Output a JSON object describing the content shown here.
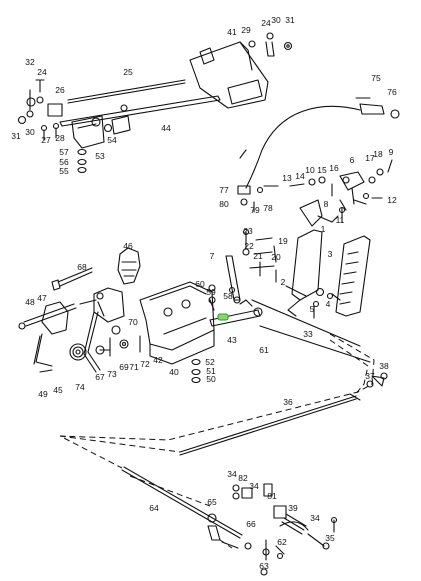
{
  "diagram": {
    "callouts": [
      {
        "num": "32"
      },
      {
        "num": "25"
      },
      {
        "num": "41"
      },
      {
        "num": "29"
      },
      {
        "num": "24a"
      },
      {
        "num": "30a"
      },
      {
        "num": "31a"
      },
      {
        "num": "24b"
      },
      {
        "num": "26"
      },
      {
        "num": "30b"
      },
      {
        "num": "44"
      },
      {
        "num": "75"
      },
      {
        "num": "76"
      },
      {
        "num": "31b"
      },
      {
        "num": "27"
      },
      {
        "num": "28"
      },
      {
        "num": "53"
      },
      {
        "num": "54"
      },
      {
        "num": "57"
      },
      {
        "num": "56"
      },
      {
        "num": "55"
      },
      {
        "num": "6"
      },
      {
        "num": "17"
      },
      {
        "num": "18"
      },
      {
        "num": "9"
      },
      {
        "num": "13"
      },
      {
        "num": "14"
      },
      {
        "num": "10"
      },
      {
        "num": "15"
      },
      {
        "num": "16"
      },
      {
        "num": "8"
      },
      {
        "num": "77"
      },
      {
        "num": "79"
      },
      {
        "num": "78"
      },
      {
        "num": "80"
      },
      {
        "num": "11"
      },
      {
        "num": "12"
      },
      {
        "num": "23"
      },
      {
        "num": "22"
      },
      {
        "num": "19"
      },
      {
        "num": "21"
      },
      {
        "num": "20"
      },
      {
        "num": "2"
      },
      {
        "num": "1"
      },
      {
        "num": "3"
      },
      {
        "num": "46"
      },
      {
        "num": "68"
      },
      {
        "num": "7"
      },
      {
        "num": "60"
      },
      {
        "num": "59"
      },
      {
        "num": "58"
      },
      {
        "num": "5"
      },
      {
        "num": "4"
      },
      {
        "num": "48"
      },
      {
        "num": "47"
      },
      {
        "num": "70"
      },
      {
        "num": "43"
      },
      {
        "num": "33"
      },
      {
        "num": "61"
      },
      {
        "num": "69"
      },
      {
        "num": "71"
      },
      {
        "num": "72"
      },
      {
        "num": "42"
      },
      {
        "num": "67"
      },
      {
        "num": "73"
      },
      {
        "num": "74"
      },
      {
        "num": "52"
      },
      {
        "num": "51"
      },
      {
        "num": "50"
      },
      {
        "num": "40"
      },
      {
        "num": "49"
      },
      {
        "num": "45"
      },
      {
        "num": "38"
      },
      {
        "num": "37"
      },
      {
        "num": "36"
      },
      {
        "num": "34a"
      },
      {
        "num": "82"
      },
      {
        "num": "34b"
      },
      {
        "num": "81"
      },
      {
        "num": "39"
      },
      {
        "num": "34c"
      },
      {
        "num": "35"
      },
      {
        "num": "64"
      },
      {
        "num": "65"
      },
      {
        "num": "66"
      },
      {
        "num": "62"
      },
      {
        "num": "63"
      }
    ]
  }
}
